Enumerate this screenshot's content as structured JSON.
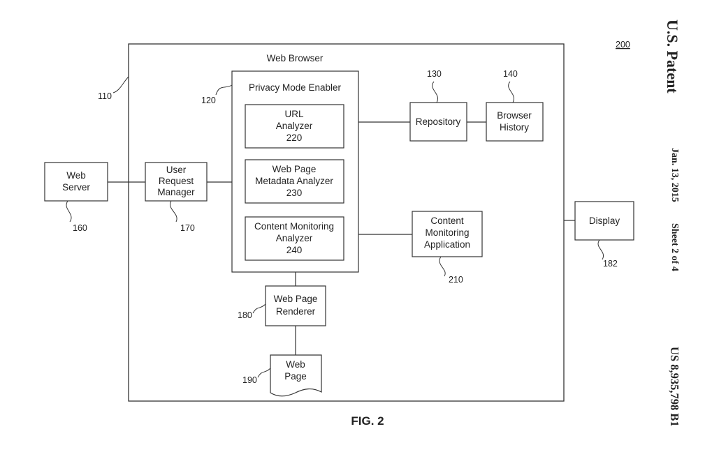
{
  "patent": {
    "office": "U.S. Patent",
    "date": "Jan. 13, 2015",
    "sheet": "Sheet 2 of 4",
    "number": "US 8,935,798 B1"
  },
  "figure": {
    "ref": "200",
    "caption": "FIG. 2"
  },
  "diagram": {
    "web_browser": {
      "label": "Web Browser",
      "ref": "110"
    },
    "privacy_mode_enabler": {
      "label": "Privacy Mode Enabler",
      "ref": "120"
    },
    "url_analyzer": {
      "line1": "URL",
      "line2": "Analyzer",
      "ref": "220"
    },
    "metadata_analyzer": {
      "line1": "Web Page",
      "line2": "Metadata Analyzer",
      "ref": "230"
    },
    "content_monitoring_analyzer": {
      "line1": "Content Monitoring",
      "line2": "Analyzer",
      "ref": "240"
    },
    "repository": {
      "label": "Repository",
      "ref": "130"
    },
    "browser_history": {
      "line1": "Browser",
      "line2": "History",
      "ref": "140"
    },
    "web_server": {
      "line1": "Web",
      "line2": "Server",
      "ref": "160"
    },
    "user_request_manager": {
      "line1": "User",
      "line2": "Request",
      "line3": "Manager",
      "ref": "170"
    },
    "content_monitoring_application": {
      "line1": "Content",
      "line2": "Monitoring",
      "line3": "Application",
      "ref": "210"
    },
    "display": {
      "label": "Display",
      "ref": "182"
    },
    "web_page_renderer": {
      "line1": "Web Page",
      "line2": "Renderer",
      "ref": "180"
    },
    "web_page": {
      "line1": "Web",
      "line2": "Page",
      "ref": "190"
    }
  }
}
